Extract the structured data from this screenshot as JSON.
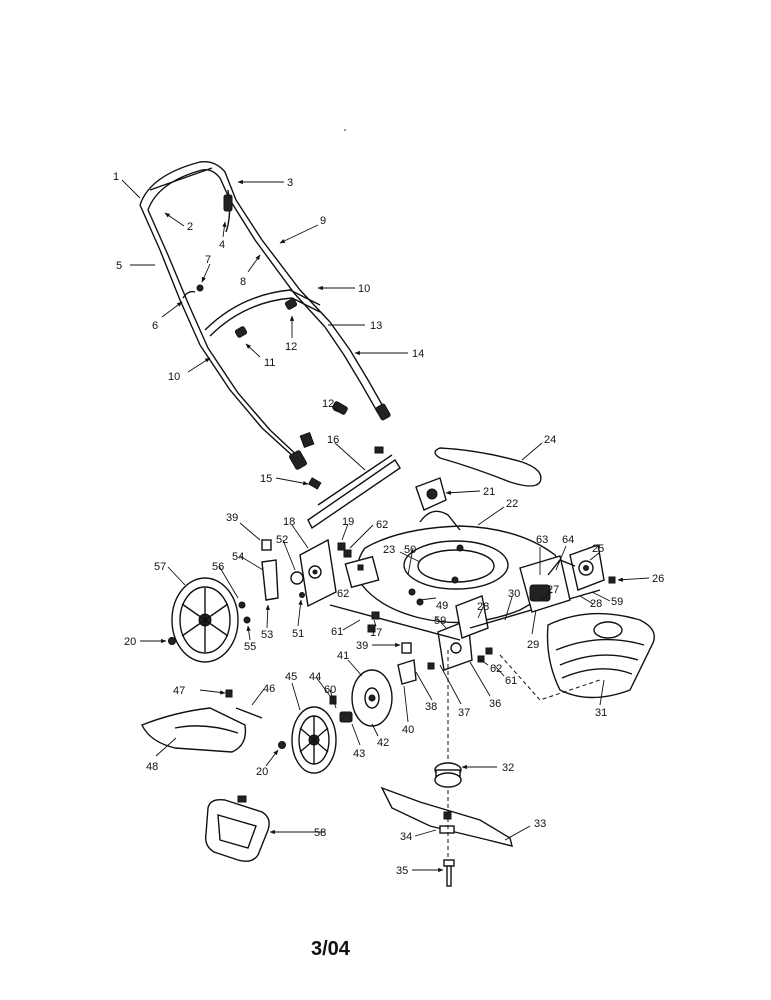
{
  "footer": {
    "date_code": "3/04"
  },
  "callouts": [
    "1",
    "2",
    "3",
    "4",
    "5",
    "6",
    "7",
    "8",
    "9",
    "10",
    "11",
    "12",
    "13",
    "14",
    "15",
    "16",
    "17",
    "18",
    "19",
    "20",
    "21",
    "22",
    "23",
    "24",
    "25",
    "26",
    "27",
    "28",
    "29",
    "30",
    "31",
    "32",
    "33",
    "34",
    "35",
    "36",
    "37",
    "38",
    "39",
    "40",
    "41",
    "42",
    "43",
    "44",
    "45",
    "46",
    "47",
    "48",
    "49",
    "50",
    "51",
    "52",
    "53",
    "54",
    "55",
    "56",
    "57",
    "58",
    "59",
    "60",
    "61",
    "62",
    "63",
    "64"
  ]
}
